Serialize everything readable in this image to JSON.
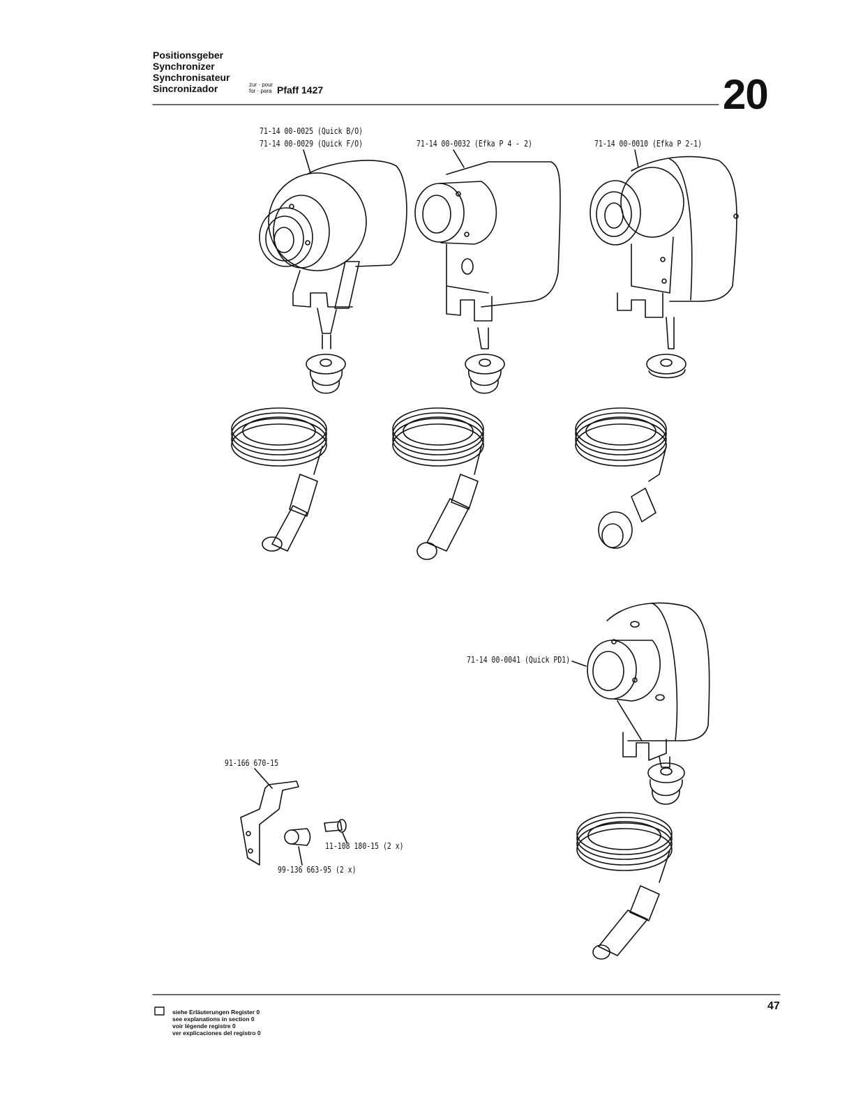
{
  "header": {
    "titles": [
      "Positionsgeber",
      "Synchronizer",
      "Synchronisateur",
      "Sincronizador"
    ],
    "for_label_top": "zur · pour",
    "for_label_bottom": "for · para",
    "machine": "Pfaff 1427",
    "section_number": "20"
  },
  "parts": {
    "sync_1a": "71-14 00-0025 (Quick B/O)",
    "sync_1b": "71-14 00-0029 (Quick F/O)",
    "sync_2": "71-14 00-0032 (Efka P 4 - 2)",
    "sync_3": "71-14 00-0010 (Efka P 2-1)",
    "sync_4": "71-14 00-0041 (Quick PD1)",
    "bracket": "91-166 670-15",
    "screw": "11-108 180-15 (2 x)",
    "spacer": "99-136 663-95 (2 x)"
  },
  "footer": {
    "page_number": "47",
    "legend": [
      "siehe Erläuterungen Register 0",
      "see explanations in section 0",
      "voir légende registre 0",
      "ver explicaciones del registro 0"
    ]
  }
}
